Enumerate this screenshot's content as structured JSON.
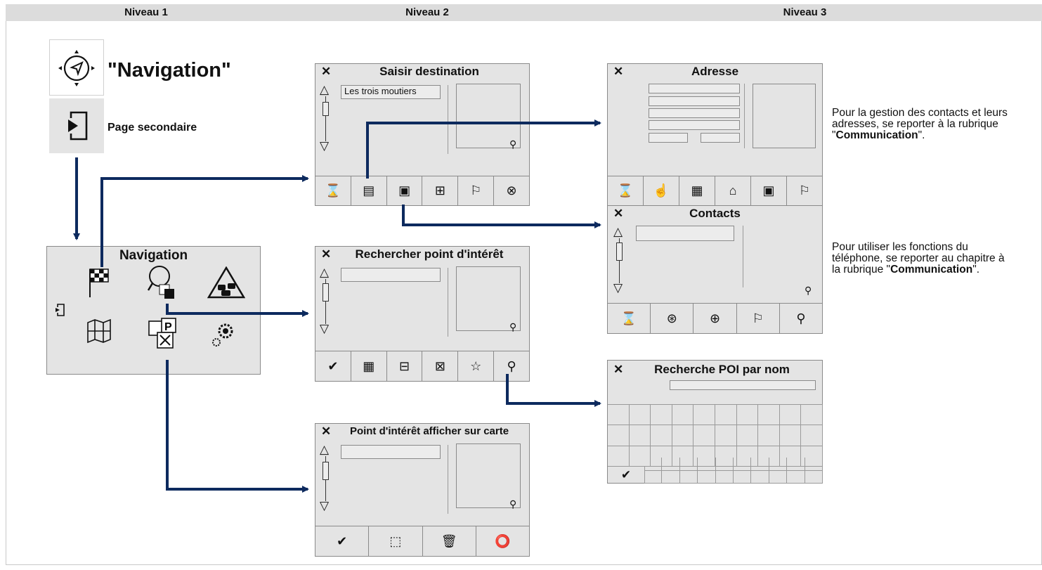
{
  "headers": [
    "Niveau 1",
    "Niveau 2",
    "Niveau 3"
  ],
  "level1": {
    "nav_title": "\"Navigation\"",
    "secondary": "Page secondaire",
    "menu_title": "Navigation"
  },
  "screens": {
    "saisir": {
      "title": "Saisir destination",
      "field": "Les trois moutiers"
    },
    "rechercher": {
      "title": "Rechercher point d'intérêt"
    },
    "point": {
      "title": "Point d'intérêt afficher sur carte"
    },
    "adresse": {
      "title": "Adresse"
    },
    "contacts": {
      "title": "Contacts"
    },
    "poi_nom": {
      "title": "Recherche POI par nom"
    }
  },
  "close_glyph": "✕",
  "notes": {
    "adresse": {
      "text": "Pour la gestion des contacts et leurs adresses, se reporter à la rubrique \"",
      "bold": "Communication",
      "end": "\"."
    },
    "contacts": {
      "text": "Pour utiliser les fonctions du téléphone, se reporter au chapitre à la rubrique \"",
      "bold": "Communication",
      "end": "\"."
    }
  },
  "colors": {
    "arrow": "#0d2a5e",
    "screen_bg": "#e4e4e4",
    "header_bg": "#dcdcdc"
  },
  "icons": [
    "compass-icon",
    "exit-icon",
    "checkered-flag-icon",
    "poi-search-icon",
    "traffic-icon",
    "map-icon",
    "poi-category-icon",
    "settings-icon",
    "hourglass-flag-icon",
    "address-card-icon",
    "contact-book-icon",
    "map-hand-icon",
    "flag-icon",
    "gps-position-icon",
    "check-icon",
    "category-parking-icon",
    "car-icon",
    "hotel-icon",
    "star-icon",
    "search-abc-icon",
    "select-area-icon",
    "trash-icon",
    "usb-icon",
    "touch-icon",
    "home-icon",
    "save-icon",
    "flag-add-icon",
    "contact-nav-icon",
    "contact-add-icon",
    "search-options-icon"
  ]
}
